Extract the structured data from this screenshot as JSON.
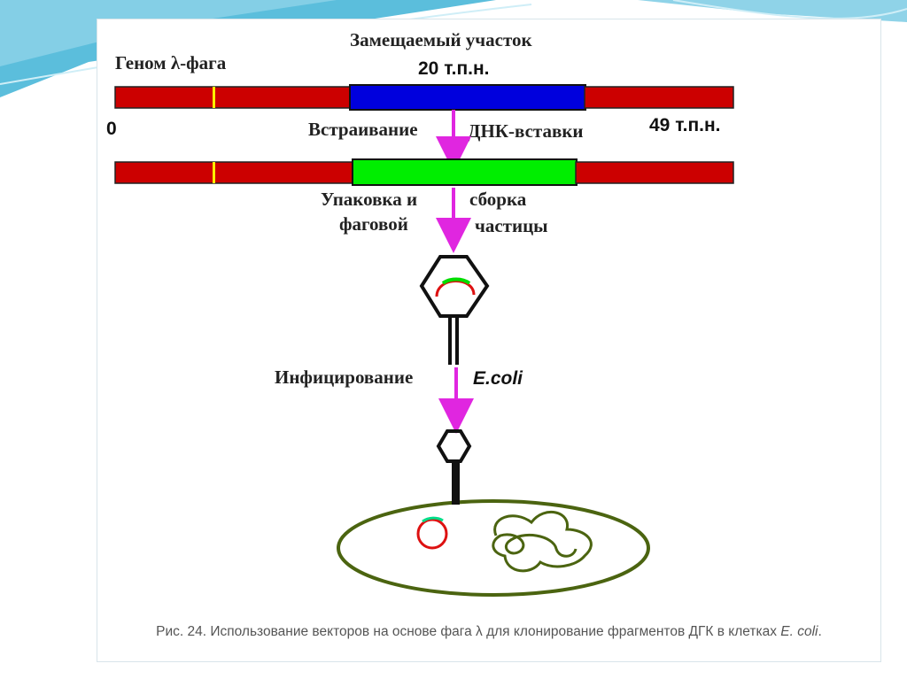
{
  "colors": {
    "arm": "#cc0000",
    "arm_stroke": "#222222",
    "stuffer": "#0000dd",
    "insert": "#00ee00",
    "arrow": "#e026e0",
    "marker": "#ffee00",
    "cell": "#4b6410",
    "accent_bg": "#5bbedc"
  },
  "labels": {
    "genome": "Геном λ-фага",
    "replaced_region": "Замещаемый участок",
    "replaced_size": "20 т.п.н.",
    "start": "0",
    "end": "49 т.п.н.",
    "insertion_left": "Встраивание",
    "insertion_right": "ДНК-вставки",
    "packaging_line1_left": "Упаковка и",
    "packaging_line1_right": "сборка",
    "packaging_line2_left": "фаговой",
    "packaging_line2_right": "частицы",
    "infection": "Инфицирование",
    "host": "E.coli"
  },
  "caption": {
    "main": "Рис. 24. Использование векторов на основе фага λ для клонирование фрагментов ДГК в клетках ",
    "italic": "E. coli",
    "end": "."
  }
}
